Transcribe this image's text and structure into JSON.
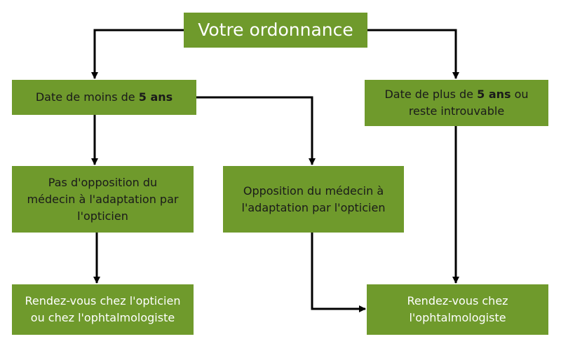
{
  "colors": {
    "box_fill": "#6f9a2c",
    "text": "#ffffff",
    "dark_text": "#1a1a1a",
    "arrow": "#000000"
  },
  "nodes": {
    "title": {
      "text": "Votre ordonnance"
    },
    "recent": {
      "prefix": "Date de moins de ",
      "bold": "5 ans"
    },
    "old": {
      "prefix": "Date de plus de ",
      "bold": "5 ans",
      "suffix": " ou",
      "line2": "reste introuvable"
    },
    "no_opposition": {
      "lines": [
        "Pas d'opposition du",
        "médecin à l'adaptation par",
        "l'opticien"
      ]
    },
    "opposition": {
      "lines": [
        "Opposition du médecin à",
        "l'adaptation par l'opticien"
      ]
    },
    "optician": {
      "lines": [
        "Rendez-vous chez l'opticien",
        "ou chez l'ophtalmologiste"
      ]
    },
    "ophthalmologist": {
      "lines": [
        "Rendez-vous chez",
        "l'ophtalmologiste"
      ]
    }
  }
}
